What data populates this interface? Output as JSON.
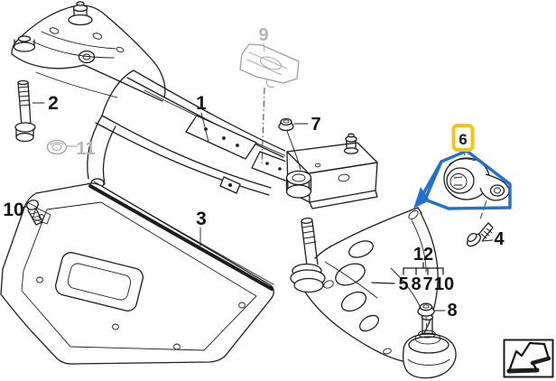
{
  "diagram": {
    "type": "exploded-parts-diagram",
    "subject": "front axle support, control arm and mounting hardware",
    "callouts": {
      "c1": "1",
      "c2": "2",
      "c3": "3",
      "c4": "4",
      "c6": "6",
      "c7": "7",
      "c8": "8",
      "c9": "9",
      "c10": "10",
      "c11": "11"
    },
    "group": {
      "header": "12",
      "items": [
        "5",
        "8",
        "7",
        "10"
      ]
    },
    "highlight": {
      "selected_part": "6",
      "box_color": "#F0C419",
      "outline_color": "#2470CF"
    },
    "muted_parts": [
      "9",
      "11"
    ],
    "colors": {
      "line": "#1D1D1D",
      "muted_part": "#9E9E9E",
      "muted_label": "#B5B5B5",
      "background": "#FFFFFF"
    },
    "icons": {
      "direction_indicator": "diagonal-arrow-down-left"
    }
  }
}
